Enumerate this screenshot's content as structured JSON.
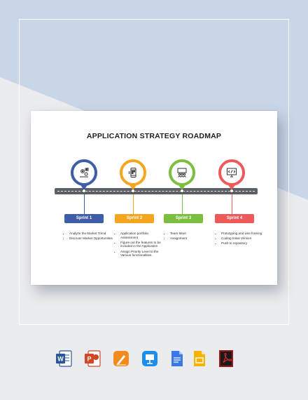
{
  "roadmap": {
    "title": "APPLICATION STRATEGY ROADMAP",
    "sprints": [
      {
        "label": "Sprint 1",
        "color": "#3e5ea7",
        "icon": "gears-chart-icon",
        "tasks": [
          "Analyze the Market Trend.",
          "Discover Market Opportunities"
        ]
      },
      {
        "label": "Sprint 2",
        "color": "#f6a51e",
        "icon": "mobile-app-icon",
        "tasks": [
          "Application portfolio Assessment",
          "Figure out the features to be included in the Application",
          "Assign Priority Level to the Various functionalities."
        ]
      },
      {
        "label": "Sprint 3",
        "color": "#7cbf3f",
        "icon": "team-meeting-icon",
        "tasks": [
          "Team Meet",
          "Assignment"
        ]
      },
      {
        "label": "Sprint 4",
        "color": "#ee5a5a",
        "icon": "coding-screen-icon",
        "tasks": [
          "Prototyping and wire framing",
          "Coding Initial Version",
          "Push to repository"
        ]
      }
    ]
  },
  "formats": [
    {
      "name": "word-icon",
      "color": "#2b579a",
      "letter": "W"
    },
    {
      "name": "powerpoint-icon",
      "color": "#d24726",
      "letter": "P"
    },
    {
      "name": "pages-icon",
      "color": "#f28a1e",
      "letter": ""
    },
    {
      "name": "keynote-icon",
      "color": "#1c8ef0",
      "letter": ""
    },
    {
      "name": "google-docs-icon",
      "color": "#3b78e7",
      "letter": ""
    },
    {
      "name": "google-slides-icon",
      "color": "#f4b400",
      "letter": ""
    },
    {
      "name": "pdf-icon",
      "color": "#a01717",
      "letter": ""
    }
  ]
}
